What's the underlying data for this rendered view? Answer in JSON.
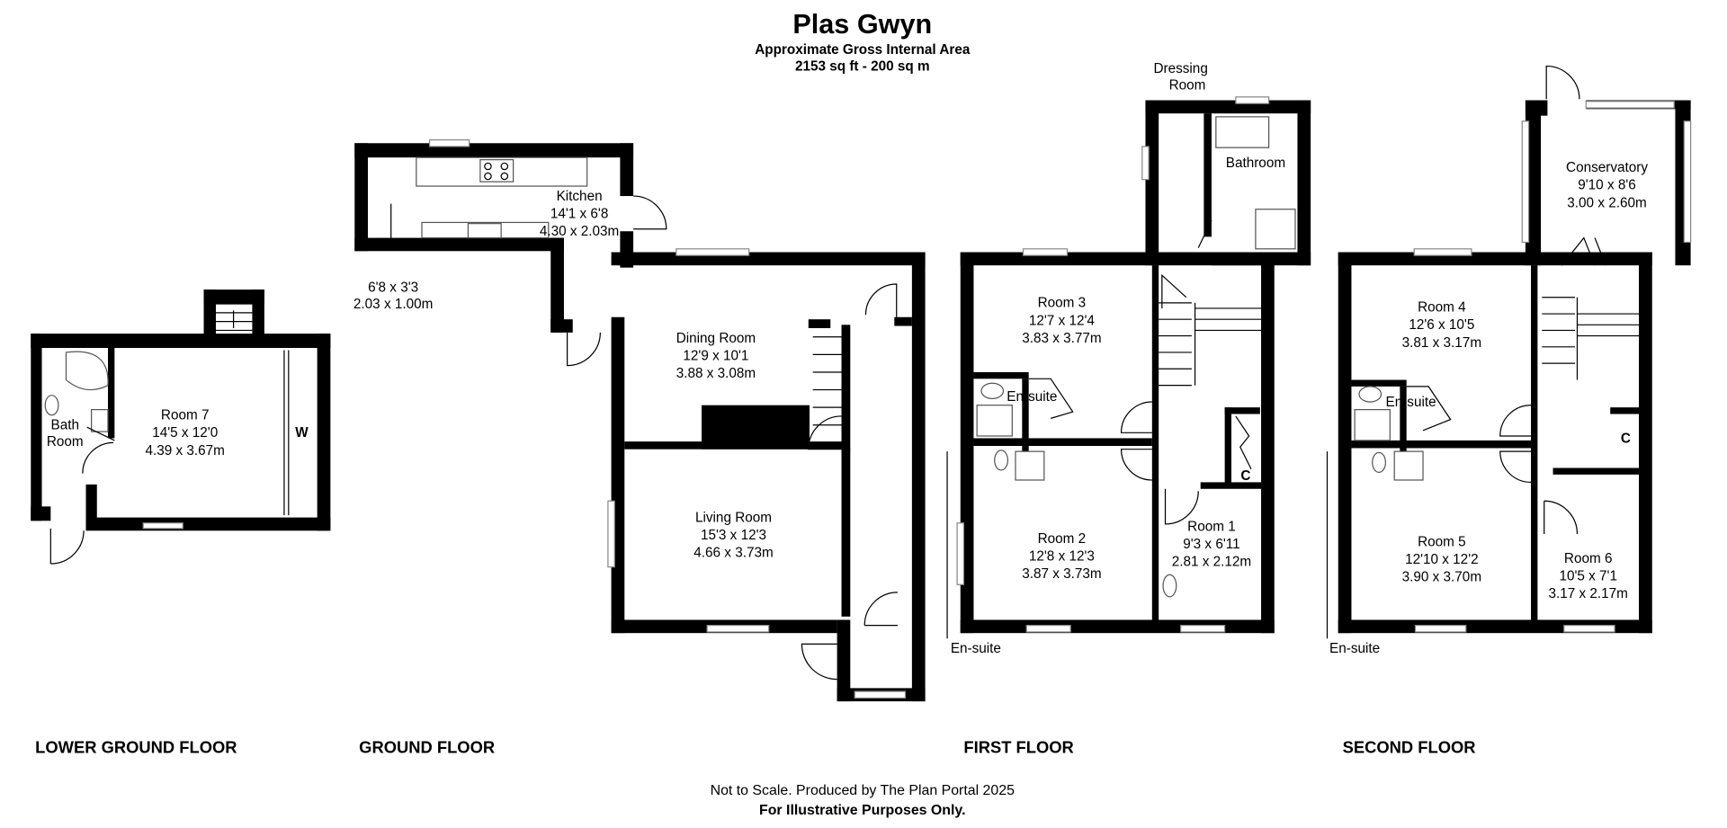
{
  "header": {
    "title": "Plas Gwyn",
    "subtitle": "Approximate Gross Internal Area",
    "area": "2153 sq ft - 200 sq m"
  },
  "floors": {
    "lower_ground": "LOWER GROUND FLOOR",
    "ground": "GROUND FLOOR",
    "first": "FIRST FLOOR",
    "second": "SECOND FLOOR"
  },
  "rooms": {
    "room7": {
      "name": "Room 7",
      "imperial": "14'5 x 12'0",
      "metric": "4.39 x 3.67m"
    },
    "bathroom_lg": {
      "name_1": "Bath",
      "name_2": "Room"
    },
    "wardrobe": "W",
    "kitchen": {
      "name": "Kitchen",
      "imperial": "14'1 x 6'8",
      "metric": "4.30 x 2.03m"
    },
    "pantry": {
      "imperial": "6'8 x 3'3",
      "metric": "2.03 x 1.00m"
    },
    "dining": {
      "name": "Dining Room",
      "imperial": "12'9 x 10'1",
      "metric": "3.88 x 3.08m"
    },
    "living": {
      "name": "Living Room",
      "imperial": "15'3 x 12'3",
      "metric": "4.66 x 3.73m"
    },
    "dressing": {
      "name_1": "Dressing",
      "name_2": "Room"
    },
    "bathroom": {
      "name": "Bathroom"
    },
    "room3": {
      "name": "Room 3",
      "imperial": "12'7 x 12'4",
      "metric": "3.83 x 3.77m"
    },
    "room2": {
      "name": "Room 2",
      "imperial": "12'8 x 12'3",
      "metric": "3.87 x 3.73m"
    },
    "room1": {
      "name": "Room 1",
      "imperial": "9'3 x 6'11",
      "metric": "2.81 x 2.12m"
    },
    "ensuite": "En-suite",
    "cupboard": "C",
    "conservatory": {
      "name": "Conservatory",
      "imperial": "9'10 x 8'6",
      "metric": "3.00 x 2.60m"
    },
    "room4": {
      "name": "Room 4",
      "imperial": "12'6 x 10'5",
      "metric": "3.81 x 3.17m"
    },
    "room5": {
      "name": "Room 5",
      "imperial": "12'10 x 12'2",
      "metric": "3.90 x 3.70m"
    },
    "room6": {
      "name": "Room 6",
      "imperial": "10'5 x 7'1",
      "metric": "3.17 x 2.17m"
    }
  },
  "footer": {
    "line1": "Not to Scale. Produced by The Plan Portal 2025",
    "line2": "For Illustrative Purposes Only."
  }
}
